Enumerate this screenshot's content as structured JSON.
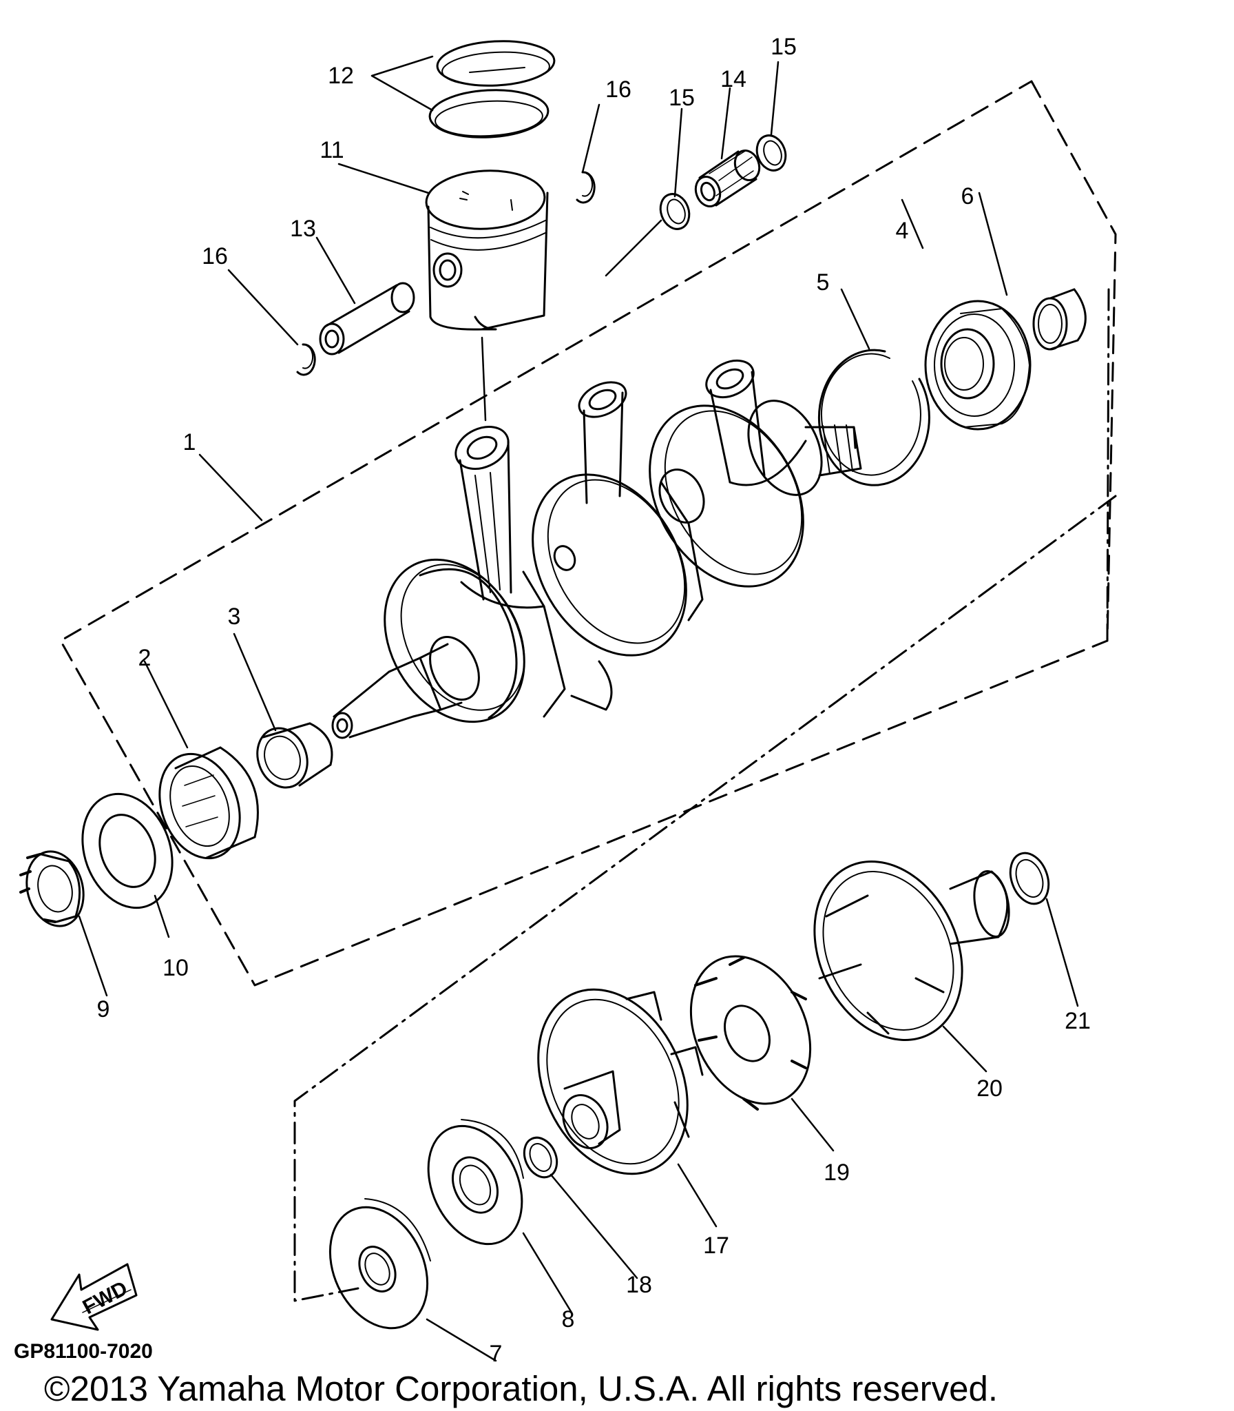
{
  "diagram": {
    "part_numbers": {
      "p1": "1",
      "p2": "2",
      "p3": "3",
      "p4": "4",
      "p5": "5",
      "p6": "6",
      "p7": "7",
      "p8": "8",
      "p9": "9",
      "p10": "10",
      "p11": "11",
      "p12": "12",
      "p13": "13",
      "p14": "14",
      "p15a": "15",
      "p15b": "15",
      "p16a": "16",
      "p16b": "16",
      "p17": "17",
      "p18": "18",
      "p19": "19",
      "p20": "20",
      "p21": "21"
    },
    "fwd_label": "FWD",
    "diagram_code": "GP81100-7020",
    "copyright": "©2013 Yamaha Motor Corporation, U.S.A. All rights reserved."
  },
  "colors": {
    "line": "#000000",
    "background": "#ffffff"
  }
}
